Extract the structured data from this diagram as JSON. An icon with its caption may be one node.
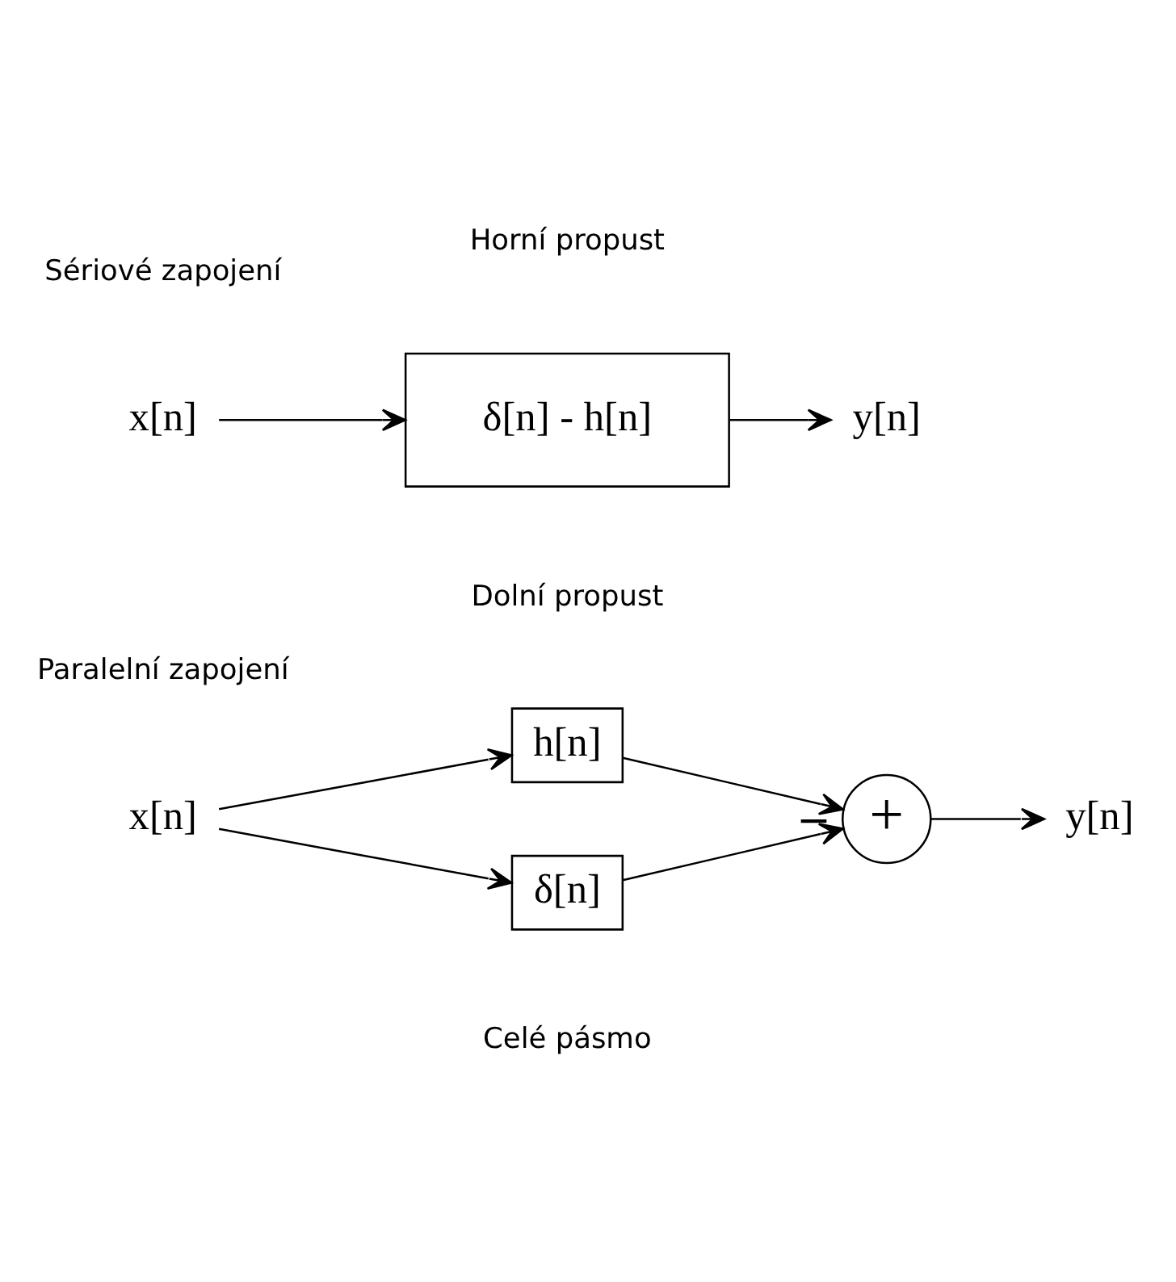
{
  "diagram": {
    "nodes": [
      {
        "text": [
          "x[n]"
        ]
      },
      {
        "text": [
          "h[n]"
        ]
      },
      {
        "text": [
          "δ[n]"
        ]
      },
      {
        "text": [
          "+"
        ]
      },
      {
        "text": [
          "y[n]"
        ]
      },
      {
        "text": [
          "x[n]"
        ]
      },
      {
        "text": [
          "δ[n] - h[n]"
        ]
      },
      {
        "text": [
          "y[n]"
        ]
      }
    ],
    "edges": [
      {
        "from": 0,
        "to": 1,
        "arrow": "to"
      },
      {
        "from": 0,
        "to": 2,
        "arrow": "to"
      },
      {
        "from": 1,
        "to": 3,
        "arrow": "to",
        "label": "−"
      },
      {
        "from": 2,
        "to": 3,
        "arrow": "to"
      },
      {
        "from": 3,
        "to": 4,
        "arrow": "to"
      },
      {
        "from": 5,
        "to": 6,
        "arrow": "to"
      },
      {
        "from": 6,
        "to": 7,
        "arrow": "to"
      }
    ],
    "labels": [
      "Paralelní zapojení",
      "Dolní propust",
      "Celé pásmo",
      "Sériové zapojení",
      "Horní propust"
    ]
  }
}
